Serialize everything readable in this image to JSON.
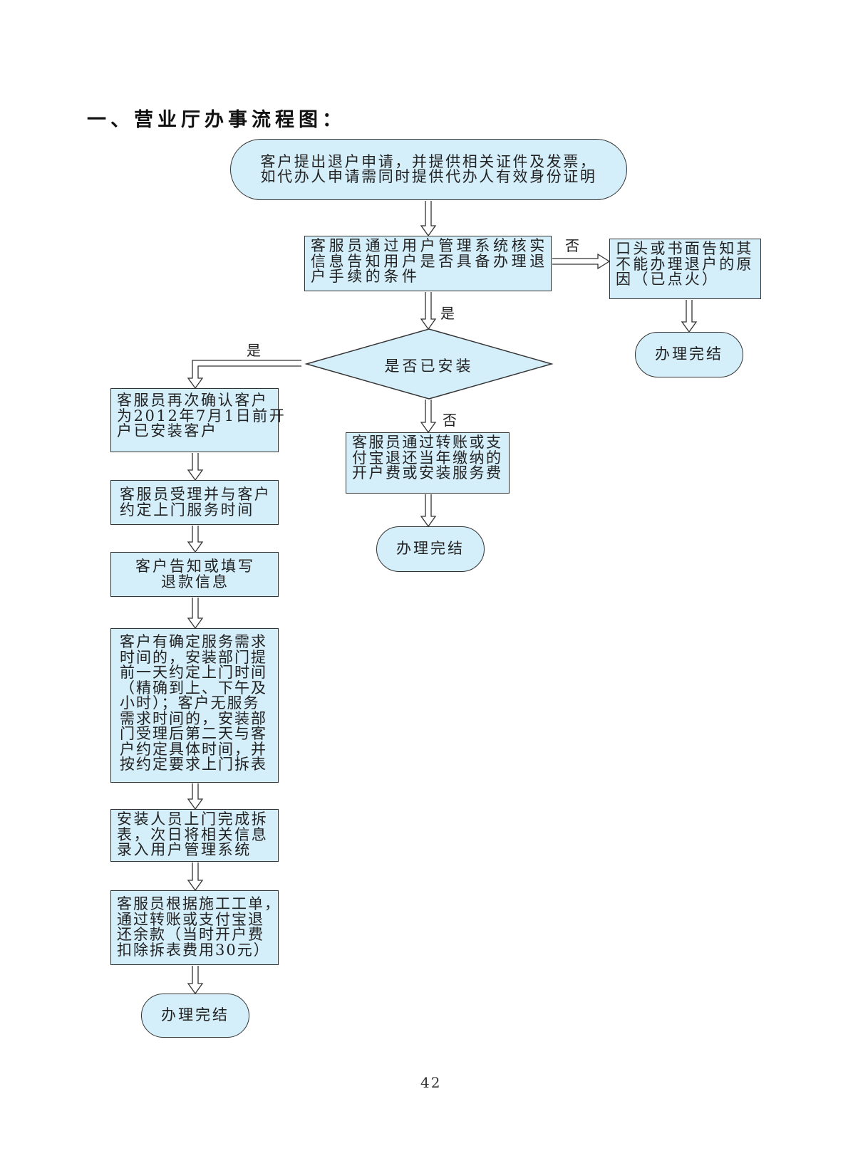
{
  "title": "一、营业厅办事流程图：",
  "page_number": "42",
  "colors": {
    "node_fill": "#d4eefa",
    "stroke": "#333333"
  },
  "nodes": {
    "start": {
      "lines": [
        "客户提出退户申请，并提供相关证件及发票，",
        "如代办人申请需同时提供代办人有效身份证明"
      ]
    },
    "verify": {
      "lines": [
        "客服员通过用户管理系统核实",
        "信息告知用户是否具备办理退",
        "户手续的条件"
      ]
    },
    "reject": {
      "lines": [
        "口头或书面告知其",
        "不能办理退户的原",
        "因（已点火）"
      ]
    },
    "end_reject": {
      "lines": [
        "办理完结"
      ]
    },
    "installed_decision": {
      "text": "是否已安装"
    },
    "refund_not_installed": {
      "lines": [
        "客服员通过转账或支",
        "付宝退还当年缴纳的",
        "开户费或安装服务费"
      ]
    },
    "end_not_installed": {
      "lines": [
        "办理完结"
      ]
    },
    "confirm": {
      "lines": [
        "客服员再次确认客户",
        "为2012年7月1日前开",
        "户已安装客户"
      ]
    },
    "accept": {
      "lines": [
        "客服员受理并与客户",
        "约定上门服务时间"
      ]
    },
    "refund_info": {
      "lines": [
        "客户告知或填写",
        "退款信息"
      ]
    },
    "schedule": {
      "lines": [
        "客户有确定服务需求",
        "时间的，安装部门提",
        "前一天约定上门时间",
        "（精确到上、下午及",
        "小时）；客户无服务",
        "需求时间的，安装部",
        "门受理后第二天与客",
        "户约定具体时间，并",
        "按约定要求上门拆表"
      ]
    },
    "remove_meter": {
      "lines": [
        "安装人员上门完成拆",
        "表，次日将相关信息",
        "录入用户管理系统"
      ]
    },
    "refund_balance": {
      "lines": [
        "客服员根据施工工单，",
        "通过转账或支付宝退",
        "还余款（当时开户费",
        "扣除拆表费用30元）"
      ]
    },
    "end_installed": {
      "lines": [
        "办理完结"
      ]
    }
  },
  "edge_labels": {
    "verify_no": "否",
    "verify_yes": "是",
    "installed_yes": "是",
    "installed_no": "否"
  }
}
